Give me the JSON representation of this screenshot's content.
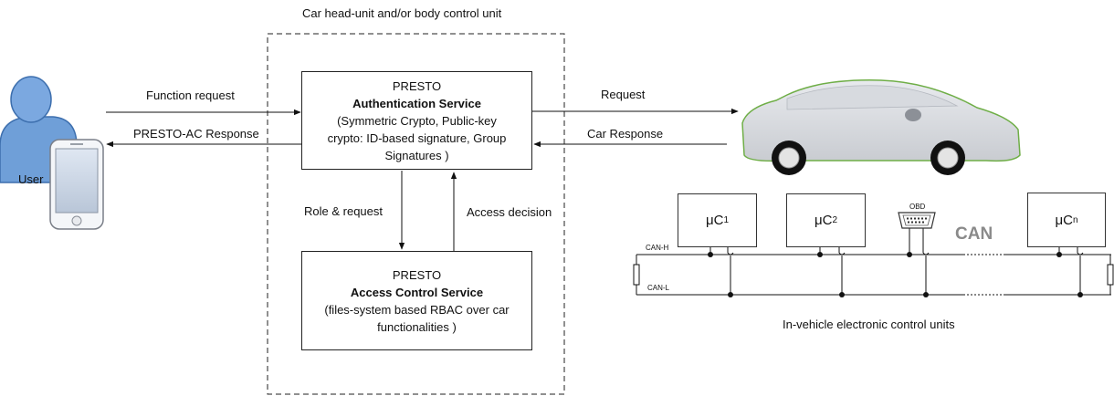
{
  "top_label": "Car head-unit and/or body control unit",
  "user_label": "User",
  "function_request": "Function request",
  "ac_response": "PRESTO-AC Response",
  "auth_box": {
    "line1": "PRESTO",
    "title": "Authentication Service",
    "line3": "(Symmetric Crypto, Public-key",
    "line4": "crypto: ID-based signature, Group",
    "line5": "Signatures )"
  },
  "access_box": {
    "line1": "PRESTO",
    "title": "Access Control Service",
    "line3": "(files-system based RBAC over car",
    "line4": "functionalities )"
  },
  "role_request": "Role & request",
  "access_decision": "Access decision",
  "request": "Request",
  "car_response": "Car Response",
  "ecus": [
    "μC",
    "μC",
    "μC"
  ],
  "ecu_subs": [
    "1",
    "2",
    "n"
  ],
  "obd_label": "OBD",
  "can_label": "CAN",
  "can_h": "CAN-H",
  "can_l": "CAN-L",
  "bottom_caption": "In-vehicle electronic control units"
}
